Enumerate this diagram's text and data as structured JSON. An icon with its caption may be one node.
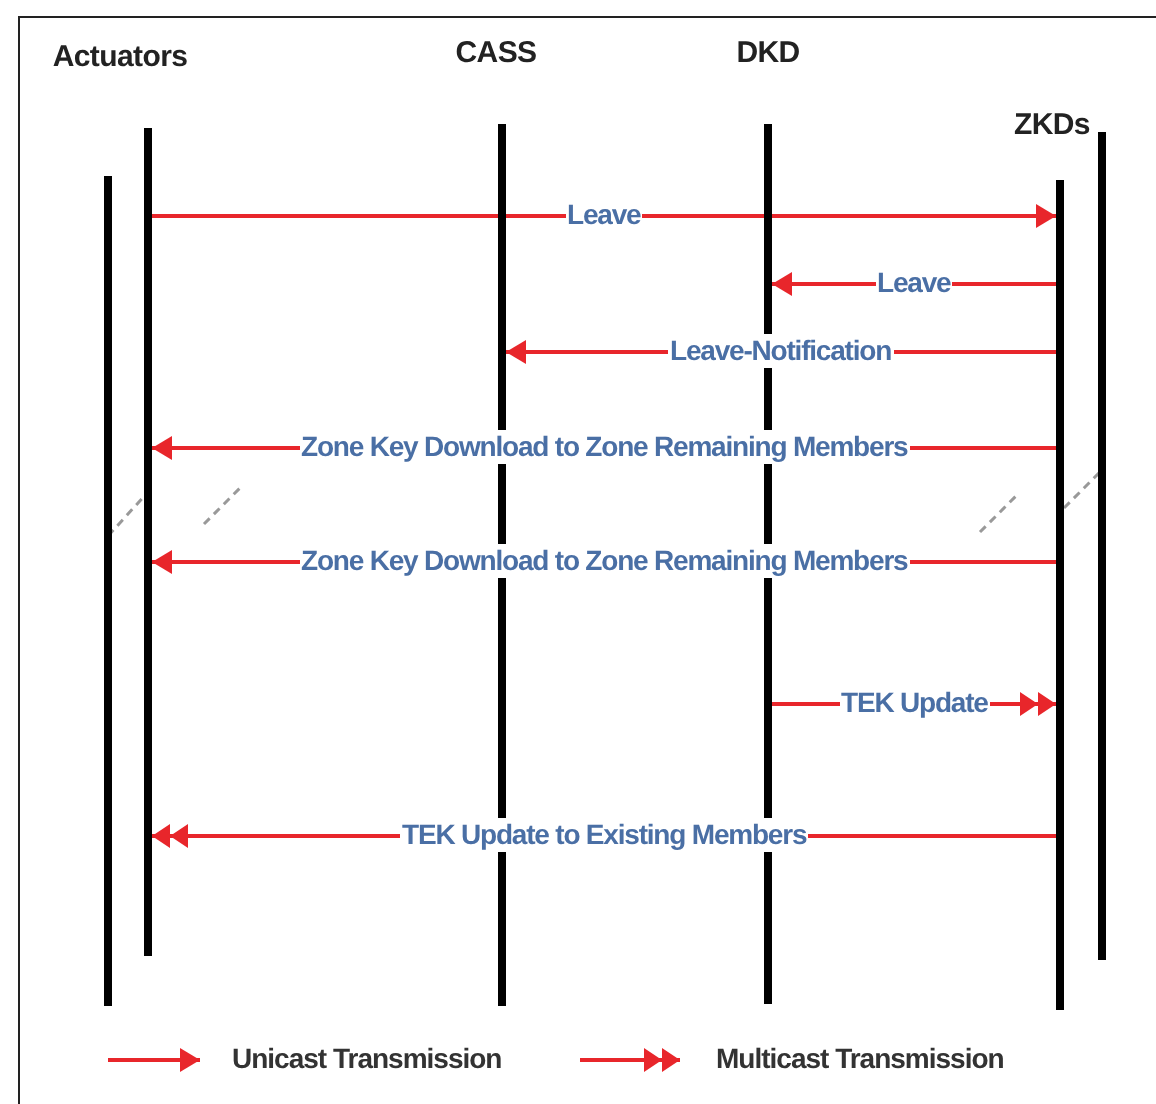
{
  "diagram": {
    "nodes": [
      {
        "text": [
          "Actuators"
        ]
      },
      {
        "text": [
          "CASS"
        ]
      },
      {
        "text": [
          "DKD"
        ]
      },
      {
        "text": [
          "ZKDs"
        ]
      },
      {
        "text": [],
        "shape": "bar"
      },
      {
        "text": [],
        "shape": "bar"
      }
    ],
    "edges": [
      {
        "from": 0,
        "to": 3,
        "arrow": "to",
        "label": "Leave"
      },
      {
        "from": 3,
        "to": 2,
        "arrow": "to",
        "label": "Leave"
      },
      {
        "from": 3,
        "to": 1,
        "arrow": "to",
        "label": "Leave-Notification"
      },
      {
        "from": 3,
        "to": 0,
        "arrow": "to",
        "label": "Zone Key Download to Zone Remaining Members"
      },
      {
        "from": 3,
        "to": 0,
        "arrow": "to",
        "label": "Zone Key Download to Zone Remaining Members"
      },
      {
        "from": 2,
        "to": 3,
        "arrow": "to",
        "label": "TEK Update"
      },
      {
        "from": 3,
        "to": 0,
        "arrow": "to",
        "label": "TEK Update to Existing Members"
      }
    ],
    "legend": [
      {
        "text": "Unicast Transmission"
      },
      {
        "text": "Multicast Transmission"
      }
    ]
  }
}
